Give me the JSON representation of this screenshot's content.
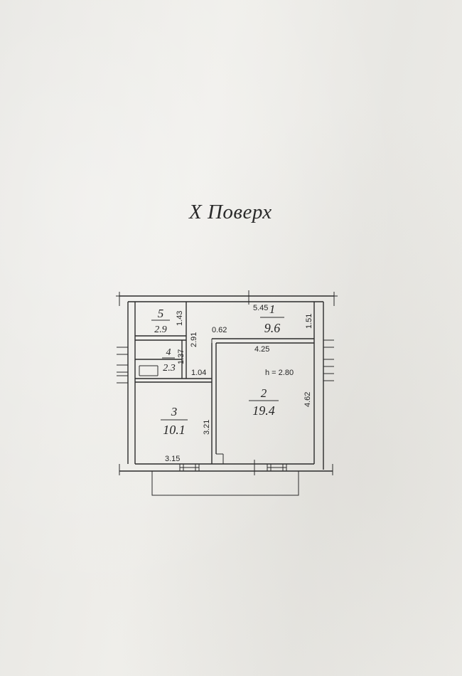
{
  "title": "X Поверх",
  "ceiling_height": "h = 2.80",
  "rooms": [
    {
      "number": "1",
      "area": "9.6"
    },
    {
      "number": "2",
      "area": "19.4"
    },
    {
      "number": "3",
      "area": "10.1"
    },
    {
      "number": "4",
      "area": "2.3"
    },
    {
      "number": "5",
      "area": "2.9"
    }
  ],
  "dimensions": {
    "d545": "5.45",
    "d151": "1.51",
    "d143": "1.43",
    "d291": "2.91",
    "d062": "0.62",
    "d425": "4.25",
    "d137": "1.37",
    "d104": "1.04",
    "d462": "4.62",
    "d321": "3.21",
    "d315": "3.15"
  }
}
